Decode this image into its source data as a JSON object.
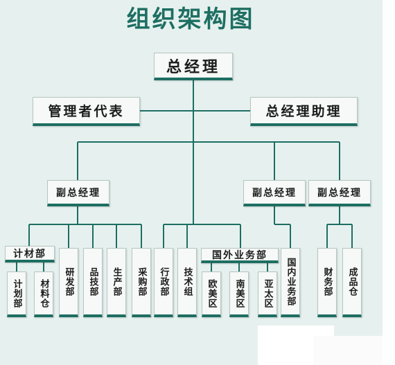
{
  "title": "组织架构图",
  "top": "总经理",
  "management_rep": "管理者代表",
  "assistant_gm": "总经理助理",
  "deputy_gm_left": "副总经理",
  "deputy_gm_mid": "副总经理",
  "deputy_gm_right": "副总经理",
  "planning_materials_dept": "计材部",
  "planning_dept": "计划部",
  "materials_warehouse": "材料仓",
  "rd_dept": "研发部",
  "quality_dept": "品技部",
  "production_dept": "生产部",
  "purchasing_dept": "采购部",
  "admin_dept": "行政部",
  "tech_group": "技术组",
  "intl_business_dept": "国外业务部",
  "europe_america_region": "欧美区",
  "south_america_region": "南美区",
  "asia_pacific_region": "亚太区",
  "domestic_business_dept": "国内业务部",
  "finance_dept": "财务部",
  "finished_goods_warehouse": "成品仓",
  "colors": {
    "title": "#1e6e62",
    "line": "#1e6e62",
    "box_fill": "#f6f9f7",
    "background": "#e6f1ef"
  }
}
